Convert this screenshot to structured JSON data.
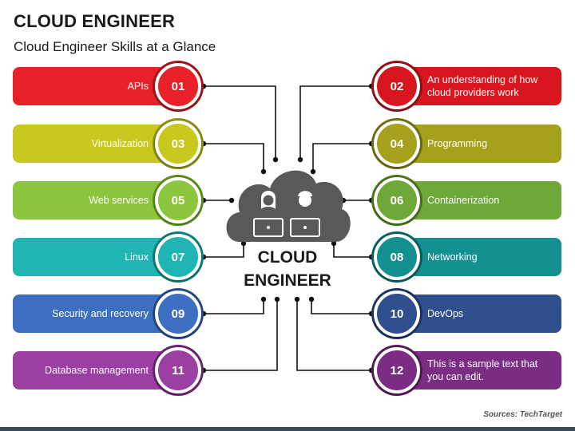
{
  "header": {
    "title": "CLOUD ENGINEER",
    "subtitle": "Cloud Engineer Skills at a Glance"
  },
  "center": {
    "line1": "CLOUD",
    "line2": "ENGINEER",
    "icon": "cloud-with-two-people-at-laptops-icon"
  },
  "left_items": [
    {
      "num": "01",
      "label": "APIs",
      "color": "#e8202a",
      "dark": "#a8131b"
    },
    {
      "num": "03",
      "label": "Virtualization",
      "color": "#c8c81e",
      "dark": "#8f8f0f"
    },
    {
      "num": "05",
      "label": "Web services",
      "color": "#8cc63e",
      "dark": "#5d8f1f"
    },
    {
      "num": "07",
      "label": "Linux",
      "color": "#1fb5b3",
      "dark": "#0f7f7d"
    },
    {
      "num": "09",
      "label": "Security and recovery",
      "color": "#3d6fc0",
      "dark": "#254a8a"
    },
    {
      "num": "11",
      "label": "Database management",
      "color": "#9b3fa3",
      "dark": "#6b2572"
    }
  ],
  "right_items": [
    {
      "num": "02",
      "label": "An understanding of how cloud providers work",
      "color": "#d8161f",
      "dark": "#9a0f15"
    },
    {
      "num": "04",
      "label": "Programming",
      "color": "#a5a11c",
      "dark": "#73700f"
    },
    {
      "num": "06",
      "label": "Containerization",
      "color": "#6ea838",
      "dark": "#4a761e"
    },
    {
      "num": "08",
      "label": "Networking",
      "color": "#13908f",
      "dark": "#0a6261"
    },
    {
      "num": "10",
      "label": "DevOps",
      "color": "#2f4f8f",
      "dark": "#1e3566"
    },
    {
      "num": "12",
      "label": "This is a sample text that you can edit.",
      "color": "#7b2c83",
      "dark": "#561c5c"
    }
  ],
  "source": "Sources: TechTarget"
}
